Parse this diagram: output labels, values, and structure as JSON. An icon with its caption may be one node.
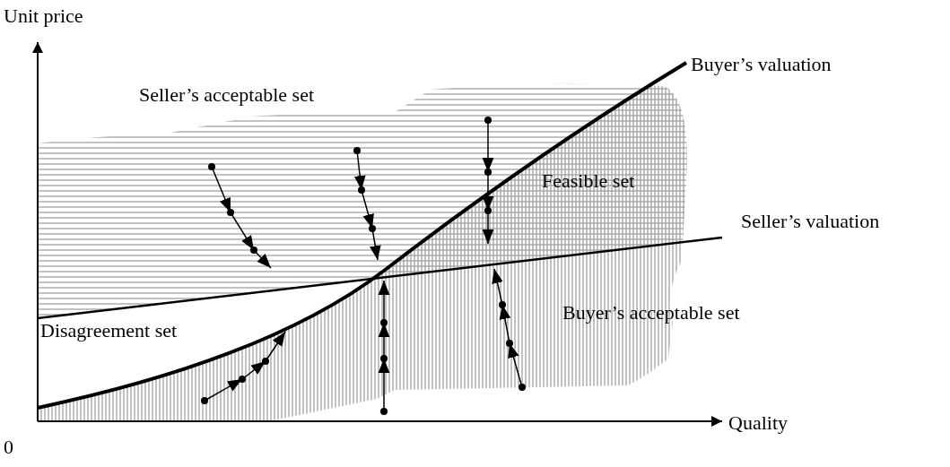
{
  "diagram": {
    "labels": [
      "Unit price",
      "Buyer’s valuation",
      "Seller’s acceptable set",
      "Feasible set",
      "Seller’s valuation",
      "Buyer’s acceptable set",
      "Disagreement set",
      "Quality",
      "0"
    ]
  }
}
